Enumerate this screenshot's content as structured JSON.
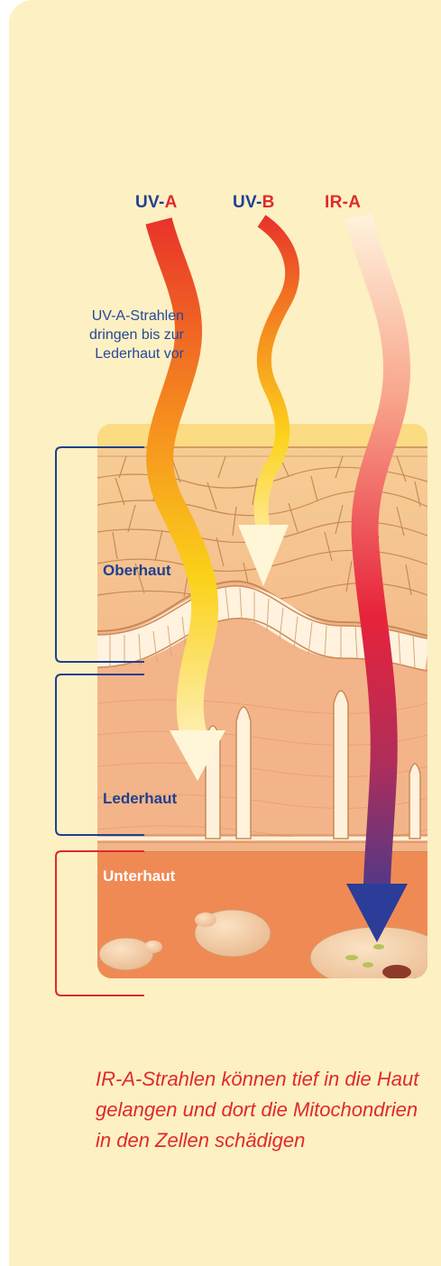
{
  "rays": {
    "uva": {
      "prefix": "UV-",
      "suffix": "A"
    },
    "uvb": {
      "prefix": "UV-",
      "suffix": "B"
    },
    "ira": {
      "label": "IR-A"
    }
  },
  "uva_note": [
    "UV-A-Strahlen",
    "dringen bis zur",
    "Lederhaut vor"
  ],
  "layers": {
    "oberhaut": "Oberhaut",
    "lederhaut": "Lederhaut",
    "unterhaut": "Unterhaut"
  },
  "caption": "IR-A-Strahlen können tief in die Haut gelangen und dort die Mitochondrien in den Zellen schädigen",
  "colors": {
    "background": "#fdf0c3",
    "label_blue": "#20408f",
    "label_red": "#e02a2a",
    "skin_orange": "#f08a55",
    "ira_arrow_end": "#2b3d98"
  }
}
